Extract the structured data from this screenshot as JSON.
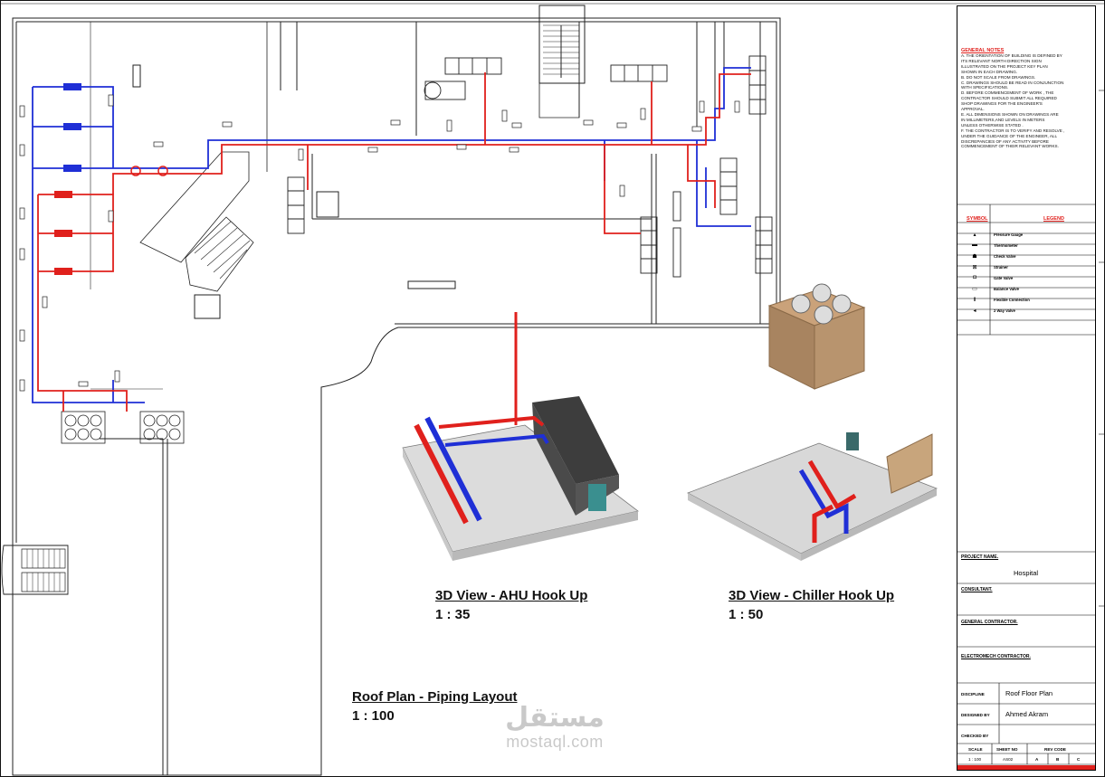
{
  "captions": {
    "plan": {
      "title": "Roof Plan - Piping Layout",
      "scale": "1 : 100"
    },
    "ahu": {
      "title": "3D View - AHU Hook Up",
      "scale": "1 : 35"
    },
    "chiller": {
      "title": "3D View - Chiller Hook Up",
      "scale": "1 : 50"
    }
  },
  "watermark": {
    "arabic": "مستقل",
    "latin": "mostaql.com"
  },
  "title_block": {
    "general_notes_heading": "GENERAL NOTES",
    "general_notes": [
      "A. THE ORIENTATION OF BUILDING IS DEFINED BY",
      "ITS RELEVANT NORTH DIRECTION SIGN",
      "ILLUSTRATED ON THE PROJECT KEY PLAN",
      "SHOWN IN EACH DRAWING.",
      "B. DO NOT SCALE FROM DRAWINGS.",
      "C. DRAWINGS SHOULD BE READ IN CONJUNCTION",
      "WITH SPECIFICATIONS.",
      "D. BEFORE COMMENCEMENT OF WORK , THE",
      "CONTRACTOR SHOULD SUBMIT ALL REQUIRED",
      "SHOP DRAWINGS FOR THE ENGINEER'S",
      "APPROVAL.",
      "E. ALL DIMENSIONS SHOWN ON DRAWINGS ARE",
      "IN MILLIMETERS,AND LEVELS IN METERS",
      "UNLESS OTHERWISE STATED .",
      "F. THE CONTRACTOR IS TO VERIFY AND RESOLVE ,",
      "UNDER THE GUIDANCE OF THE ENGINEER, ALL",
      "DISCREPANCIES OF ANY ACTIVITY BEFORE",
      "COMMENCEMENT OF THEIR RELEVANT WORKS."
    ],
    "symbol_heading": "SYMBOL",
    "legend_heading": "LEGEND",
    "legend": [
      {
        "symbol": "▴",
        "label": "Pressure Gauge"
      },
      {
        "symbol": "▬",
        "label": "Thermometer"
      },
      {
        "symbol": "☗",
        "label": "Check Valve"
      },
      {
        "symbol": "⊠",
        "label": "Strainer"
      },
      {
        "symbol": "◘",
        "label": "Gate Valve"
      },
      {
        "symbol": "▭",
        "label": "Balance Valve"
      },
      {
        "symbol": "Ⅱ",
        "label": "Flexible Connection"
      },
      {
        "symbol": "◂",
        "label": "2 Way Valve"
      }
    ],
    "project_name_label": "PROJECT NAME.",
    "project_name": "Hospital",
    "consultant_label": "CONSULTANT.",
    "general_contractor_label": "GENERAL CONTRACTOR.",
    "electromech_contractor_label": "ELECTROMECH CONTRACTOR.",
    "discipline_label": "DISCIPLINE",
    "discipline": "Roof Floor Plan",
    "designed_by_label": "DESIGNED BY",
    "designed_by": "Ahmed Akram",
    "checked_by_label": "CHECKED BY",
    "scale_label": "SCALE",
    "sheet_no_label": "SHEET NO",
    "rev_code_label": "REV CODE",
    "scale": "1 : 100",
    "sheet_no": "AS02",
    "rev_codes": [
      "A",
      "B",
      "C"
    ]
  },
  "colors": {
    "supply": "#e0201c",
    "return": "#1f2fd6",
    "line": "#222222",
    "accent_bar": "#e0201c"
  }
}
